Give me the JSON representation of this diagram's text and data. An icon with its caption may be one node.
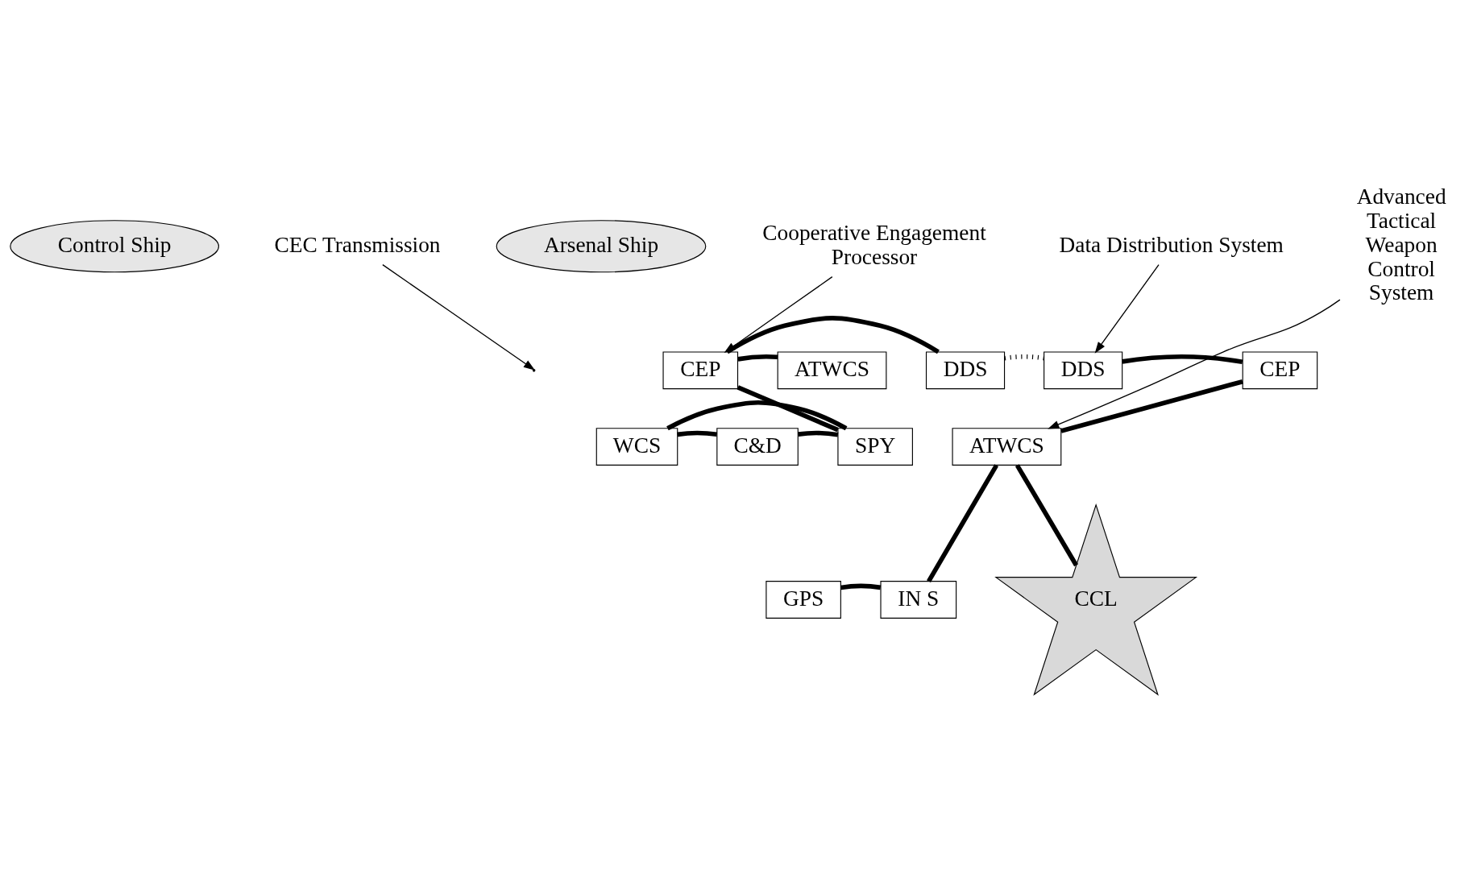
{
  "diagram": {
    "nodes": [
      {
        "text": [
          "Control Ship"
        ]
      },
      {
        "text": [
          "CEC Transmission"
        ]
      },
      {
        "text": [
          "Arsenal Ship"
        ]
      },
      {
        "text": [
          "Data Distribution System"
        ]
      },
      {
        "text": [
          "Cooperative Engagement Processor"
        ]
      },
      {
        "text": [
          "Advanced Tactical Weapon Control System"
        ]
      },
      {
        "text": [
          "ATWCS"
        ]
      },
      {
        "text": [
          "CEP"
        ]
      },
      {
        "text": [
          "DDS"
        ]
      },
      {
        "text": [
          "DDS"
        ]
      },
      {
        "text": [
          "CEP"
        ]
      },
      {
        "text": [
          "WCS"
        ]
      },
      {
        "text": [
          "C&D"
        ]
      },
      {
        "text": [
          "SPY"
        ]
      },
      {
        "text": [
          "ATWCS"
        ]
      },
      {
        "text": [
          "GPS"
        ]
      },
      {
        "text": [
          "IN S"
        ]
      },
      {
        "text": [
          "CCL"
        ]
      }
    ],
    "edges": [
      {
        "from": 6,
        "to": 7,
        "arrow": "none"
      },
      {
        "from": 7,
        "to": 8,
        "arrow": "none"
      },
      {
        "from": 8,
        "to": 9,
        "arrow": "none",
        "style": "dashed"
      },
      {
        "from": 9,
        "to": 10,
        "arrow": "none"
      },
      {
        "from": 7,
        "to": 13,
        "arrow": "none"
      },
      {
        "from": 11,
        "to": 12,
        "arrow": "none"
      },
      {
        "from": 12,
        "to": 13,
        "arrow": "none"
      },
      {
        "from": 11,
        "to": 13,
        "arrow": "none"
      },
      {
        "from": 10,
        "to": 14,
        "arrow": "none"
      },
      {
        "from": 14,
        "to": 16,
        "arrow": "none"
      },
      {
        "from": 15,
        "to": 16,
        "arrow": "none"
      },
      {
        "from": 14,
        "to": 17,
        "arrow": "none"
      },
      {
        "from": 4,
        "to": 7,
        "arrow": "to"
      },
      {
        "from": 1,
        "to": null,
        "arrow": "to"
      },
      {
        "from": 3,
        "to": 9,
        "arrow": "to"
      },
      {
        "from": 5,
        "to": 14,
        "arrow": "to"
      }
    ]
  }
}
